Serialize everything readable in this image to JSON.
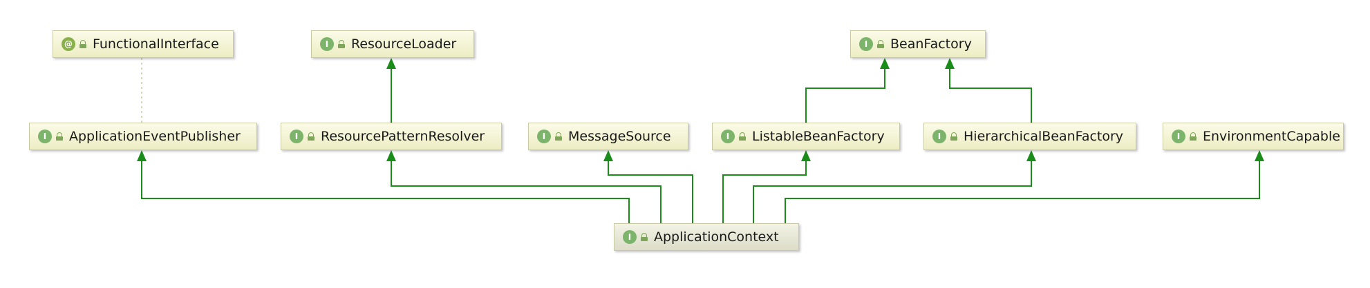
{
  "diagram": {
    "nodes": [
      {
        "id": "functional-interface",
        "label": "FunctionalInterface",
        "kind": "annotation",
        "kind_glyph": "@"
      },
      {
        "id": "resource-loader",
        "label": "ResourceLoader",
        "kind": "interface",
        "kind_glyph": "I"
      },
      {
        "id": "bean-factory",
        "label": "BeanFactory",
        "kind": "interface",
        "kind_glyph": "I"
      },
      {
        "id": "application-event-publisher",
        "label": "ApplicationEventPublisher",
        "kind": "interface",
        "kind_glyph": "I"
      },
      {
        "id": "resource-pattern-resolver",
        "label": "ResourcePatternResolver",
        "kind": "interface",
        "kind_glyph": "I"
      },
      {
        "id": "message-source",
        "label": "MessageSource",
        "kind": "interface",
        "kind_glyph": "I"
      },
      {
        "id": "listable-bean-factory",
        "label": "ListableBeanFactory",
        "kind": "interface",
        "kind_glyph": "I"
      },
      {
        "id": "hierarchical-bean-factory",
        "label": "HierarchicalBeanFactory",
        "kind": "interface",
        "kind_glyph": "I"
      },
      {
        "id": "environment-capable",
        "label": "EnvironmentCapable",
        "kind": "interface",
        "kind_glyph": "I"
      },
      {
        "id": "application-context",
        "label": "ApplicationContext",
        "kind": "interface",
        "kind_glyph": "I"
      }
    ],
    "edges": [
      {
        "from": "application-event-publisher",
        "to": "functional-interface",
        "type": "annotation"
      },
      {
        "from": "resource-pattern-resolver",
        "to": "resource-loader",
        "type": "extends"
      },
      {
        "from": "listable-bean-factory",
        "to": "bean-factory",
        "type": "extends"
      },
      {
        "from": "hierarchical-bean-factory",
        "to": "bean-factory",
        "type": "extends"
      },
      {
        "from": "application-context",
        "to": "application-event-publisher",
        "type": "extends"
      },
      {
        "from": "application-context",
        "to": "resource-pattern-resolver",
        "type": "extends"
      },
      {
        "from": "application-context",
        "to": "message-source",
        "type": "extends"
      },
      {
        "from": "application-context",
        "to": "listable-bean-factory",
        "type": "extends"
      },
      {
        "from": "application-context",
        "to": "hierarchical-bean-factory",
        "type": "extends"
      },
      {
        "from": "application-context",
        "to": "environment-capable",
        "type": "extends"
      }
    ],
    "colors": {
      "edge": "#1a8c1a",
      "annotation_edge": "#c9c9a0",
      "interface_badge": "#7cb46b",
      "annotation_badge": "#8ab04c",
      "node_fill_top": "#fbfbe8",
      "node_fill_bottom": "#ededc4"
    },
    "icons": {
      "kind": "interface-badge-icon",
      "visibility": "public-lock-icon"
    }
  }
}
